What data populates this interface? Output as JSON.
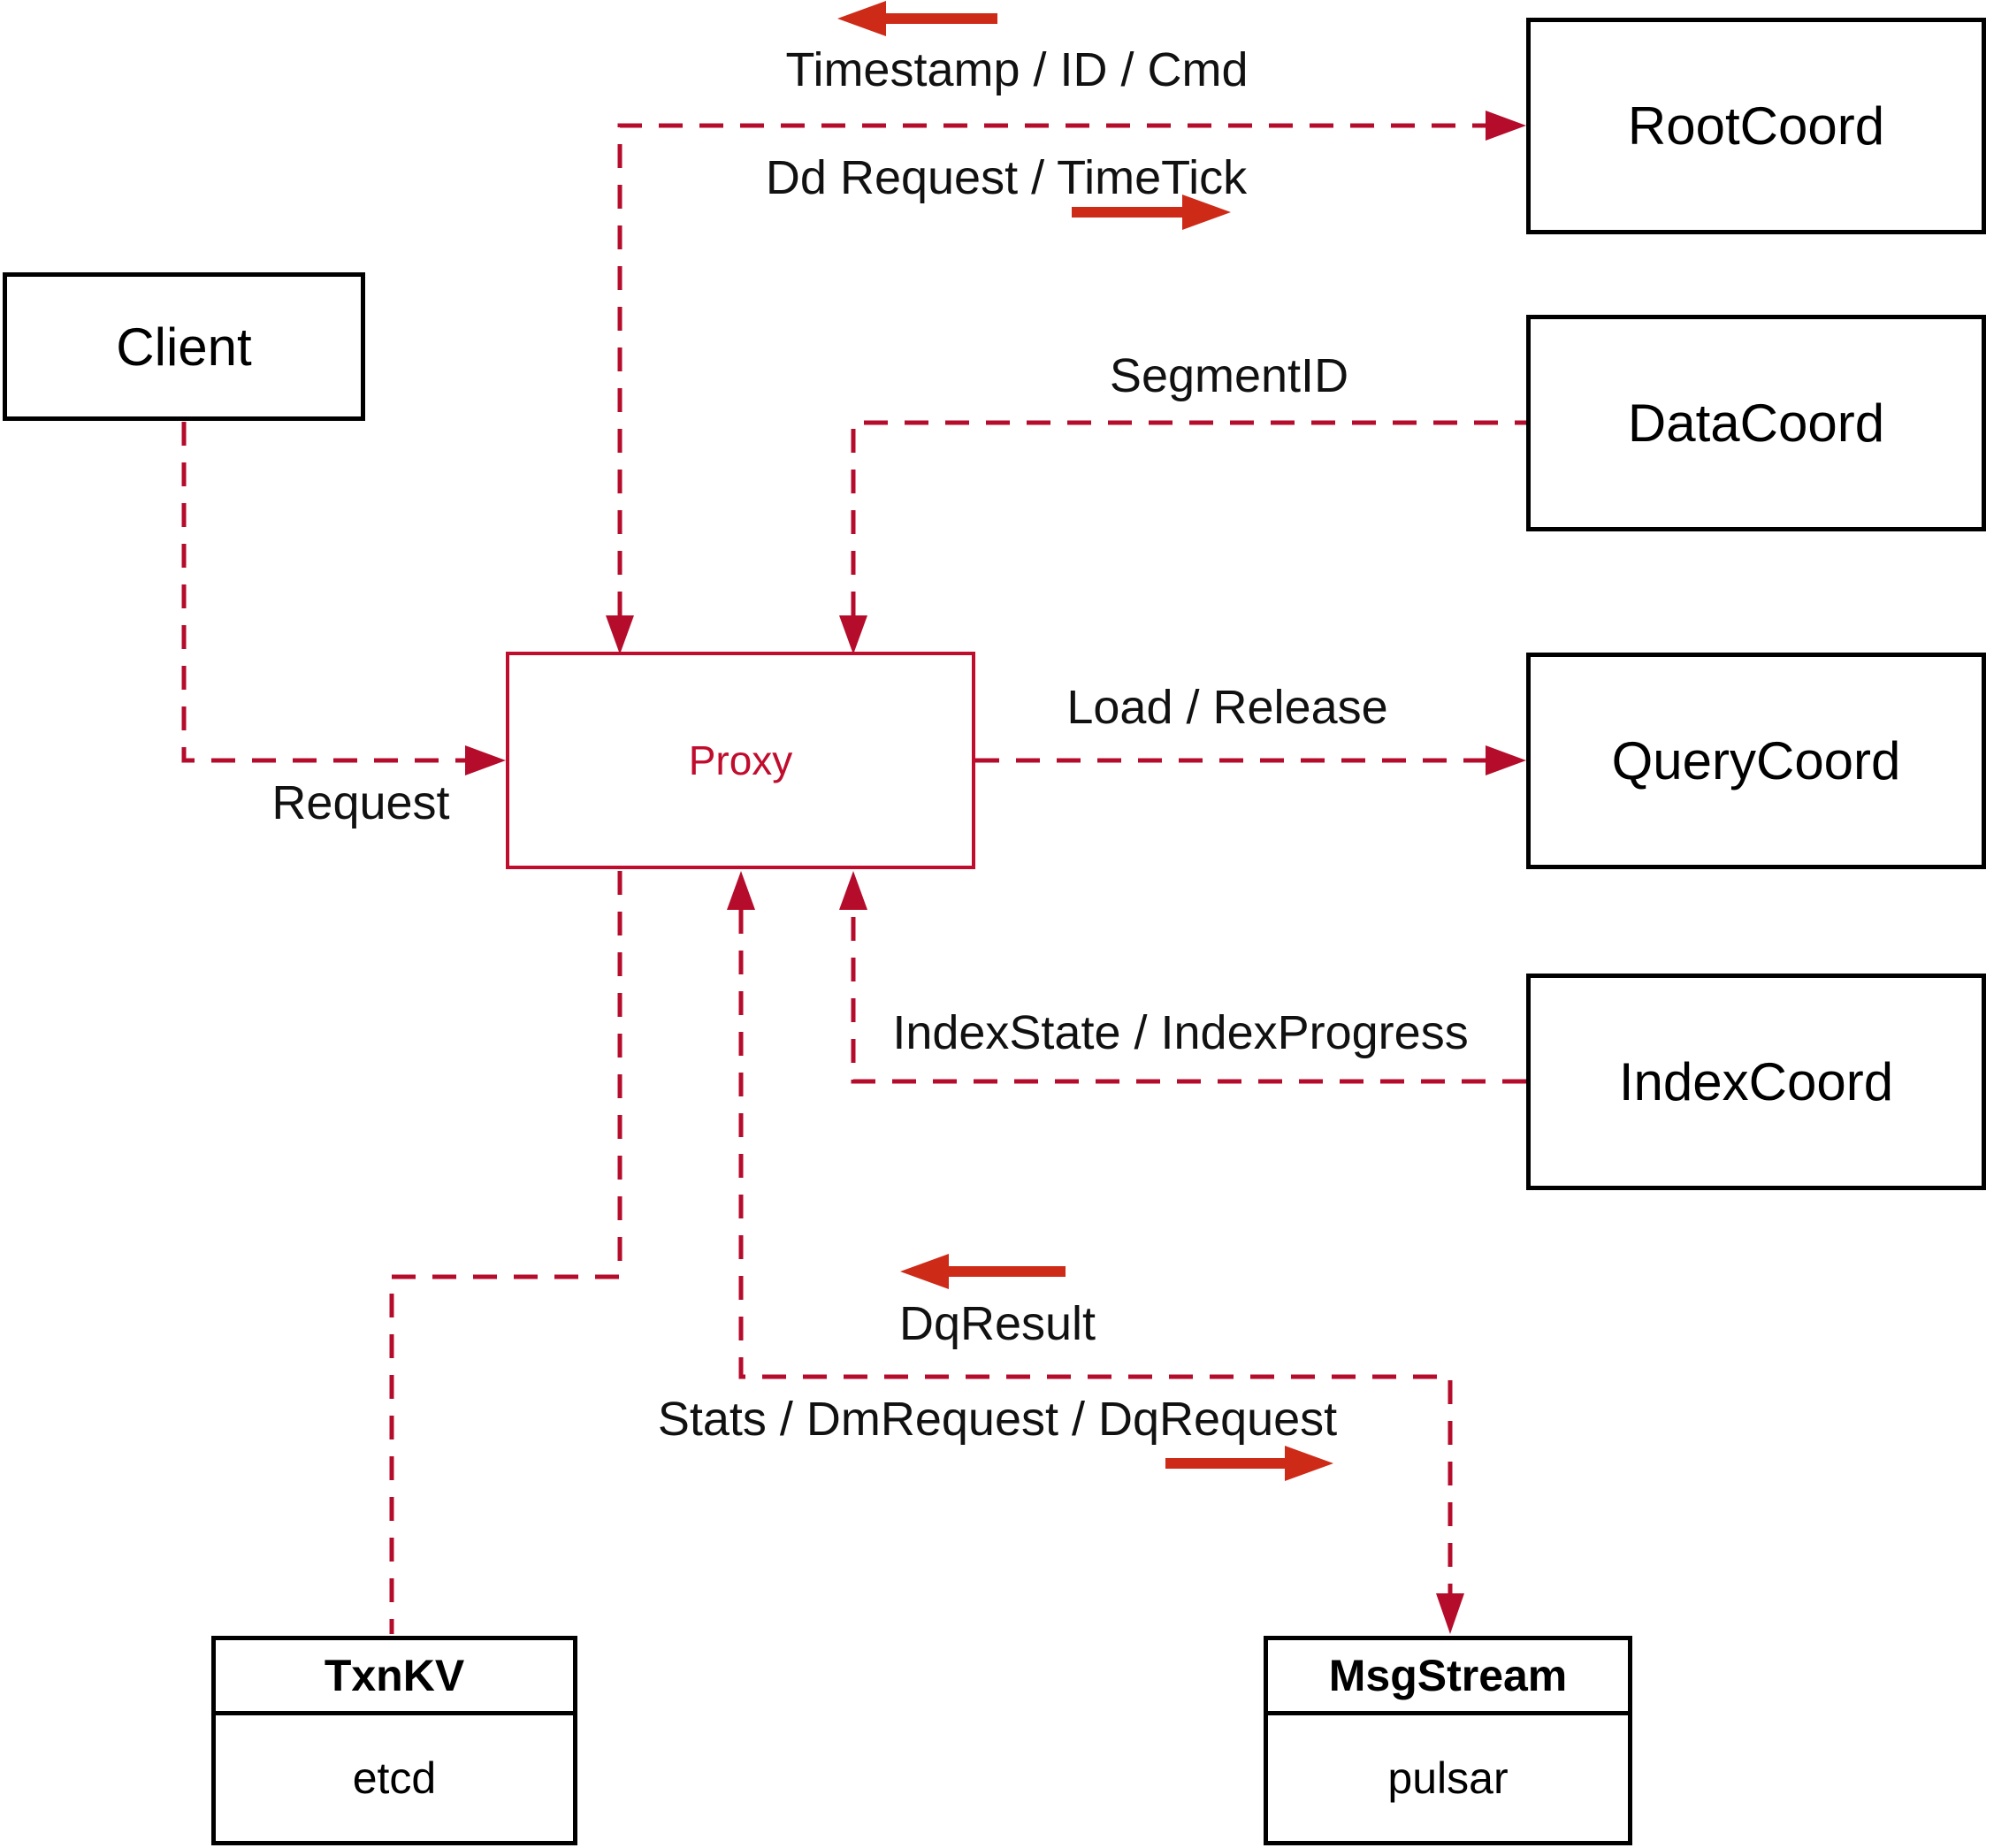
{
  "nodes": {
    "client": {
      "label": "Client"
    },
    "proxy": {
      "label": "Proxy"
    },
    "rootcoord": {
      "label": "RootCoord"
    },
    "datacoord": {
      "label": "DataCoord"
    },
    "querycoord": {
      "label": "QueryCoord"
    },
    "indexcoord": {
      "label": "IndexCoord"
    },
    "txnkv": {
      "title": "TxnKV",
      "body": "etcd"
    },
    "msgstream": {
      "title": "MsgStream",
      "body": "pulsar"
    }
  },
  "edges": {
    "client_proxy": {
      "label": "Request"
    },
    "proxy_rootcoord": {
      "label_to_proxy": "Timestamp / ID / Cmd",
      "label_to_rootcoord": "Dd Request / TimeTick"
    },
    "datacoord_proxy": {
      "label": "SegmentID"
    },
    "proxy_querycoord": {
      "label": "Load / Release"
    },
    "indexcoord_proxy": {
      "label": "IndexState / IndexProgress"
    },
    "proxy_msgstream": {
      "label_to_proxy": "DqResult",
      "label_to_msgstream": "Stats / DmRequest / DqRequest"
    }
  },
  "icons": {
    "arrow_left": "solid red arrow pointing left (direction of return flow)",
    "arrow_right": "solid red arrow pointing right (direction of outbound flow)"
  },
  "colors": {
    "dashed_line": "#b60c2c",
    "solid_arrow": "#cd2a18",
    "proxy_accent": "#c00d2e",
    "box_border": "#000000",
    "label_text": "#111111",
    "background": "#ffffff"
  }
}
